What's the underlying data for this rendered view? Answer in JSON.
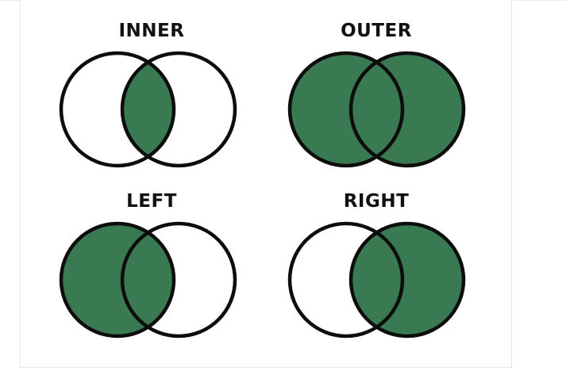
{
  "colors": {
    "fill": "#3a7a52",
    "stroke": "#0d0d0d",
    "background": "#ffffff"
  },
  "diagrams": [
    {
      "key": "inner",
      "title": "INNER",
      "fill_mode": "intersection"
    },
    {
      "key": "outer",
      "title": "OUTER",
      "fill_mode": "union"
    },
    {
      "key": "left",
      "title": "LEFT",
      "fill_mode": "left"
    },
    {
      "key": "right",
      "title": "RIGHT",
      "fill_mode": "right"
    }
  ]
}
